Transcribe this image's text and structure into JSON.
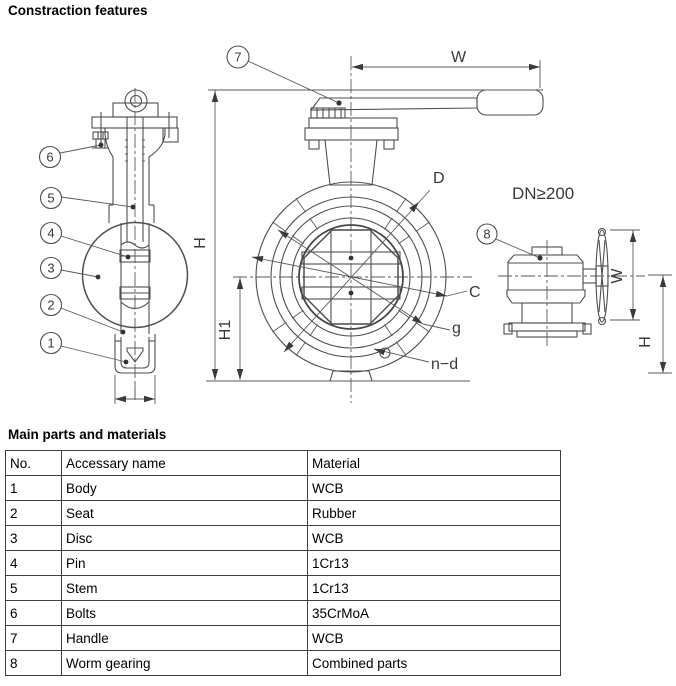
{
  "page": {
    "title": "Constraction features",
    "table_title": "Main parts and materials"
  },
  "drawing": {
    "dimension_labels": {
      "width_top": "W",
      "height_left": "H",
      "height_center": "H1",
      "outer_diameter": "D",
      "bolt_circle": "C",
      "seat_diameter": "g",
      "bolt_holes": "n−d",
      "gear_note": "DN≥200",
      "width_right": "W",
      "height_right": "H"
    },
    "callouts": [
      "1",
      "2",
      "3",
      "4",
      "5",
      "6",
      "7",
      "8"
    ]
  },
  "table": {
    "headers": {
      "no": "No.",
      "name": "Accessary name",
      "material": "Material"
    },
    "rows": [
      {
        "no": "1",
        "name": "Body",
        "material": "WCB"
      },
      {
        "no": "2",
        "name": "Seat",
        "material": "Rubber"
      },
      {
        "no": "3",
        "name": "Disc",
        "material": "WCB"
      },
      {
        "no": "4",
        "name": "Pin",
        "material": "1Cr13"
      },
      {
        "no": "5",
        "name": "Stem",
        "material": "1Cr13"
      },
      {
        "no": "6",
        "name": "Bolts",
        "material": "35CrMoA"
      },
      {
        "no": "7",
        "name": "Handle",
        "material": "WCB"
      },
      {
        "no": "8",
        "name": "Worm gearing",
        "material": "Combined parts"
      }
    ]
  },
  "colors": {
    "line": "#4f4f4f",
    "label": "#3a3a3a",
    "table_border": "#3f3f3f",
    "background": "#ffffff"
  }
}
